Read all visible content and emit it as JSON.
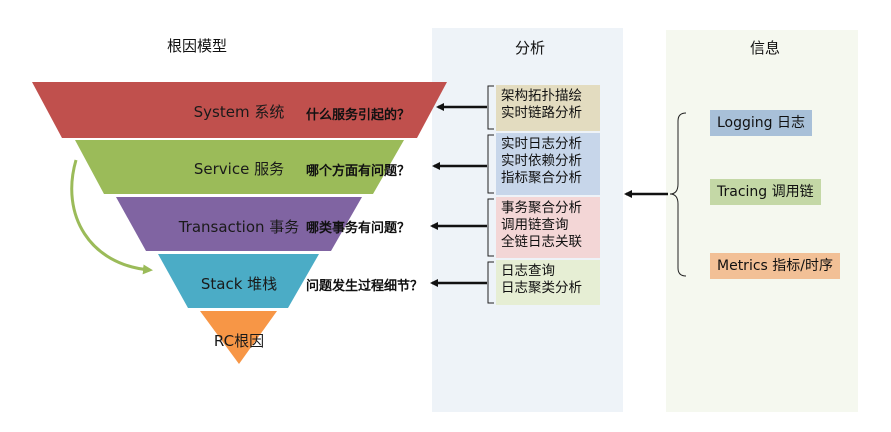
{
  "columns": {
    "model_title": "根因模型",
    "analysis_title": "分析",
    "info_title": "信息"
  },
  "funnel_layers": [
    {
      "label": "System 系统",
      "question": "什么服务引起的？",
      "color": "#c0504d"
    },
    {
      "label": "Service 服务",
      "question": "哪个方面有问题？",
      "color": "#9bbb59"
    },
    {
      "label": "Transaction 事务",
      "question": "哪类事务有问题？",
      "color": "#8064a2"
    },
    {
      "label": "Stack 堆栈",
      "question": "问题发生过程细节？",
      "color": "#4bacc6"
    },
    {
      "label": "RC根因",
      "question": "",
      "color": "#f79646"
    }
  ],
  "analysis_groups": [
    {
      "lines": [
        "架构拓扑描绘",
        "实时链路分析"
      ]
    },
    {
      "lines": [
        "实时日志分析",
        "实时依赖分析",
        "指标聚合分析"
      ]
    },
    {
      "lines": [
        "事务聚合分析",
        "调用链查询",
        "全链日志关联"
      ]
    },
    {
      "lines": [
        "日志查询",
        "日志聚类分析"
      ]
    }
  ],
  "info_items": [
    {
      "label": "Logging 日志",
      "color": "#a8c0d8"
    },
    {
      "label": "Tracing 调用链",
      "color": "#c4d8a6"
    },
    {
      "label": "Metrics 指标/时序",
      "color": "#f2c096"
    }
  ]
}
